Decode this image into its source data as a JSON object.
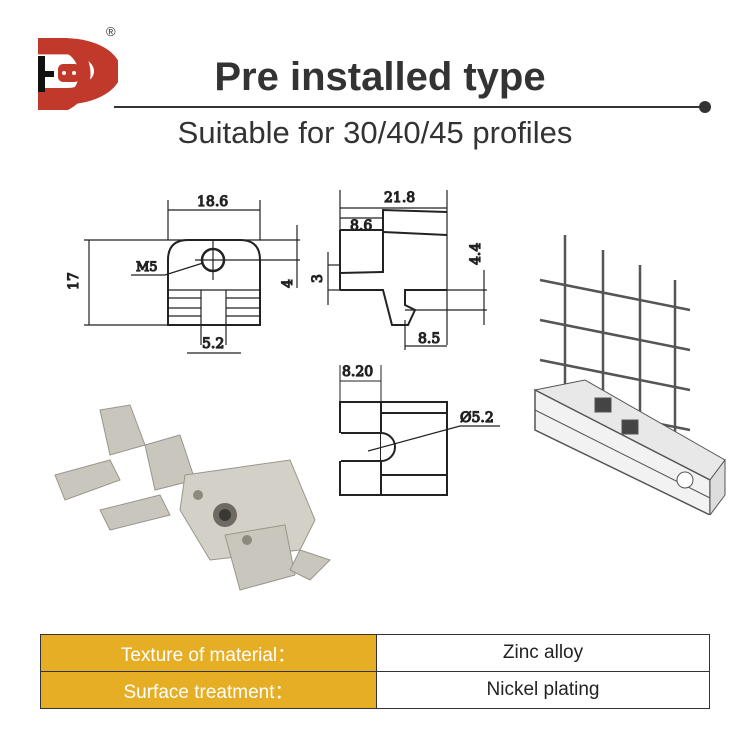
{
  "brand": {
    "logo_letters": "HD",
    "registered_mark": "®",
    "colors": {
      "red": "#C0392B",
      "black": "#111111"
    }
  },
  "header": {
    "title": "Pre installed type",
    "subtitle": "Suitable for 30/40/45 profiles"
  },
  "drawings": {
    "front": {
      "width": "18.6",
      "height": "17",
      "thread": "M5",
      "hole_offset": "4",
      "slot": "5.2"
    },
    "side": {
      "length": "21.8",
      "head": "8.6",
      "step": "3",
      "tongue": "4.4",
      "hook": "8.5"
    },
    "top": {
      "width": "8.20",
      "hole_dia": "Ø5.2"
    }
  },
  "specs": [
    {
      "label": "Texture of material：",
      "value": "Zinc alloy"
    },
    {
      "label": "Surface treatment：",
      "value": "Nickel plating"
    }
  ],
  "colors": {
    "accent": "#E6AE25",
    "text": "#333333"
  }
}
